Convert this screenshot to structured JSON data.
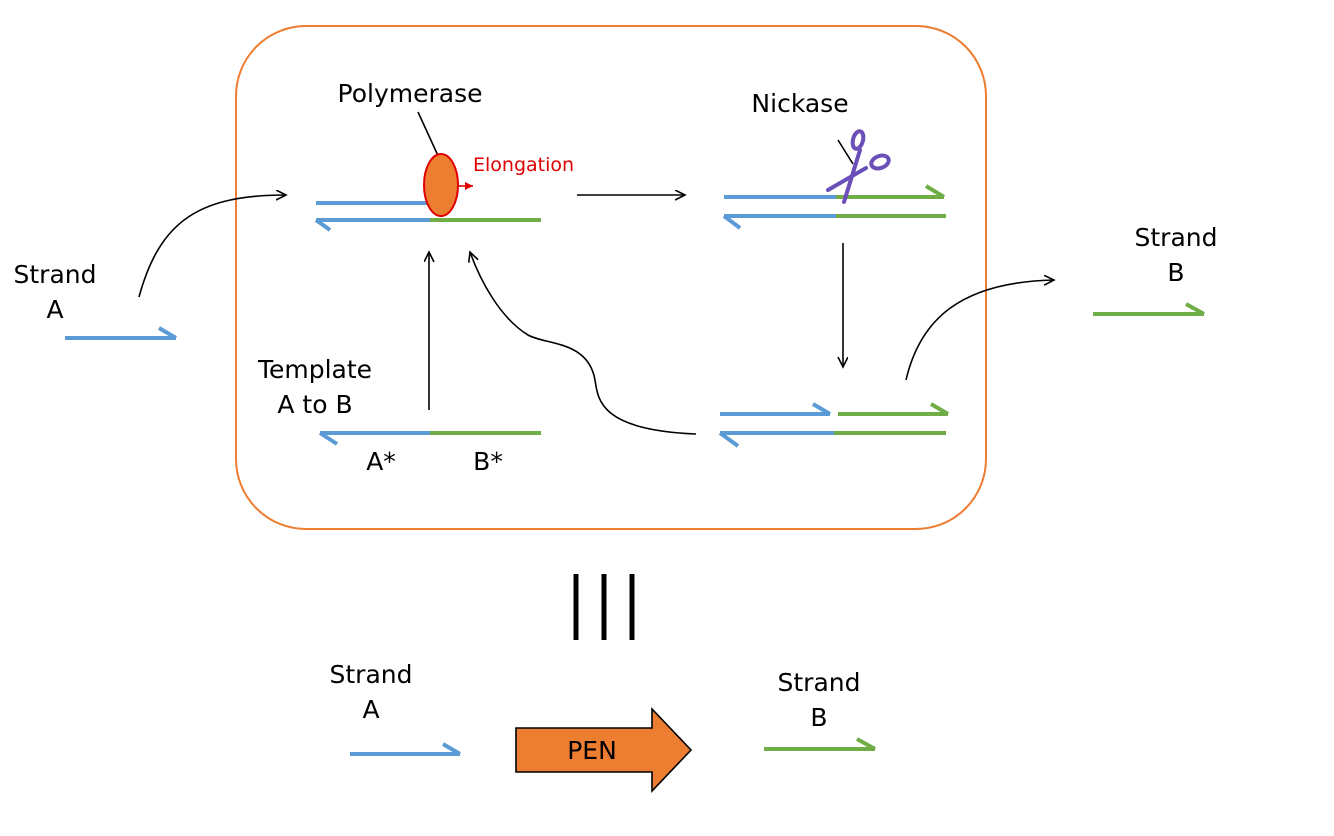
{
  "labels": {
    "strand_a_line1": "Strand",
    "strand_a_line2": "A",
    "polymerase": "Polymerase",
    "elongation": "Elongation",
    "nickase": "Nickase",
    "strand_b_line1": "Strand",
    "strand_b_line2": "B",
    "template_line1": "Template",
    "template_line2": "A to B",
    "a_star": "A*",
    "b_star": "B*",
    "bottom_strand_a_line1": "Strand",
    "bottom_strand_a_line2": "A",
    "pen": "PEN",
    "bottom_strand_b_line1": "Strand",
    "bottom_strand_b_line2": "B"
  },
  "colors": {
    "strand_a": "#5b9bd5",
    "strand_b": "#70ad47",
    "box_border": "#ed7d31",
    "polymerase_fill": "#ed7d31",
    "polymerase_border": "#e00000",
    "elongation": "#e00000",
    "pen_fill": "#ed7d31",
    "scissors": "#6a4fb8",
    "arrow": "#000000"
  },
  "icons": {
    "nickase": "scissors-icon",
    "polymerase": "ellipse-icon",
    "pen": "block-arrow-icon",
    "equivalence": "triple-bar-icon"
  }
}
